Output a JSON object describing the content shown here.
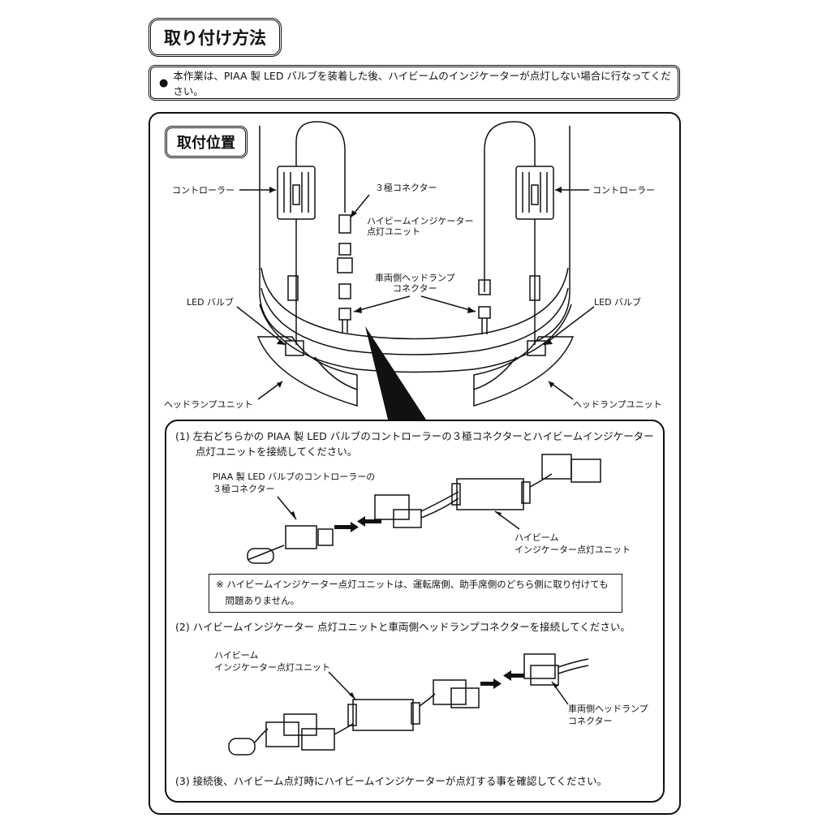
{
  "header": {
    "title": "取り付け方法",
    "note_bullet": "●",
    "note": "本作業は、PIAA 製 LED バルブを装着した後、ハイビームのインジケーターが点灯しない場合に行なってください。"
  },
  "position": {
    "title": "取付位置",
    "labels": {
      "controller_left": "コントローラー",
      "controller_right": "コントローラー",
      "three_pin_connector": "３極コネクター",
      "indicator_unit": "ハイビームインジケーター\n点灯ユニット",
      "vehicle_connector": "車両側ヘッドランプ\nコネクター",
      "led_bulb_left": "LED バルブ",
      "led_bulb_right": "LED バルブ",
      "headlamp_left": "ヘッドランプユニット",
      "headlamp_right": "ヘッドランプユニット"
    }
  },
  "steps": {
    "step1": "(1) 左右どちらかの PIAA 製 LED バルブのコントローラーの３極コネクターとハイビームインジケーター\n　　点灯ユニットを接続してください。",
    "step1_label_connector": "PIAA 製 LED バルブのコントローラーの\n３極コネクター",
    "step1_label_unit": "ハイビーム\nインジケーター点灯ユニット",
    "caution": "※ ハイビームインジケーター点灯ユニットは、運転席側、助手席側のどちら側に取り付けても\n　問題ありません。",
    "step2": "(2) ハイビームインジケーター 点灯ユニットと車両側ヘッドランプコネクターを接続してください。",
    "step2_label_unit": "ハイビーム\nインジケーター点灯ユニット",
    "step2_label_connector": "車両側ヘッドランプ\nコネクター",
    "step3": "(3) 接続後、ハイビーム点灯時にハイビームインジケーターが点灯する事を確認してください。"
  }
}
